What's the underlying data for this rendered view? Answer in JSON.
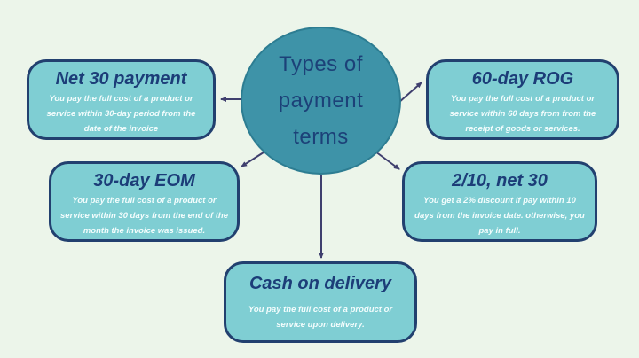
{
  "diagram": {
    "center": {
      "label": "Types of payment terms",
      "lines": [
        "Types of",
        "payment",
        "terms"
      ]
    },
    "nodes": [
      {
        "id": "net-30-payment",
        "title": "Net 30 payment",
        "description": "You pay the full cost of a product or service within 30-day period from the date of the invoice"
      },
      {
        "id": "60-day-rog",
        "title": "60-day ROG",
        "description": "You pay the full cost of a product or service within 60 days from from the receipt of goods or services."
      },
      {
        "id": "30-day-eom",
        "title": "30-day EOM",
        "description": "You pay the full cost of a product or service within 30 days from the end of the month the invoice was issued."
      },
      {
        "id": "2-10-net-30",
        "title": "2/10, net 30",
        "description": "You get a 2% discount if pay within 10 days from the invoice date. otherwise, you pay in full."
      },
      {
        "id": "cash-on-delivery",
        "title": "Cash on delivery",
        "description": "You pay the full cost of a product or service upon delivery."
      }
    ]
  },
  "colors": {
    "background": "#ecf5ea",
    "node_fill": "#7fced3",
    "node_border": "#22406f",
    "title_text": "#1c3d78",
    "body_text": "#f4fdfd",
    "circle_fill": "#3e93a8",
    "circle_border": "#2d7d92",
    "circle_text": "#1c4178",
    "arrow": "#3f3f6e"
  }
}
